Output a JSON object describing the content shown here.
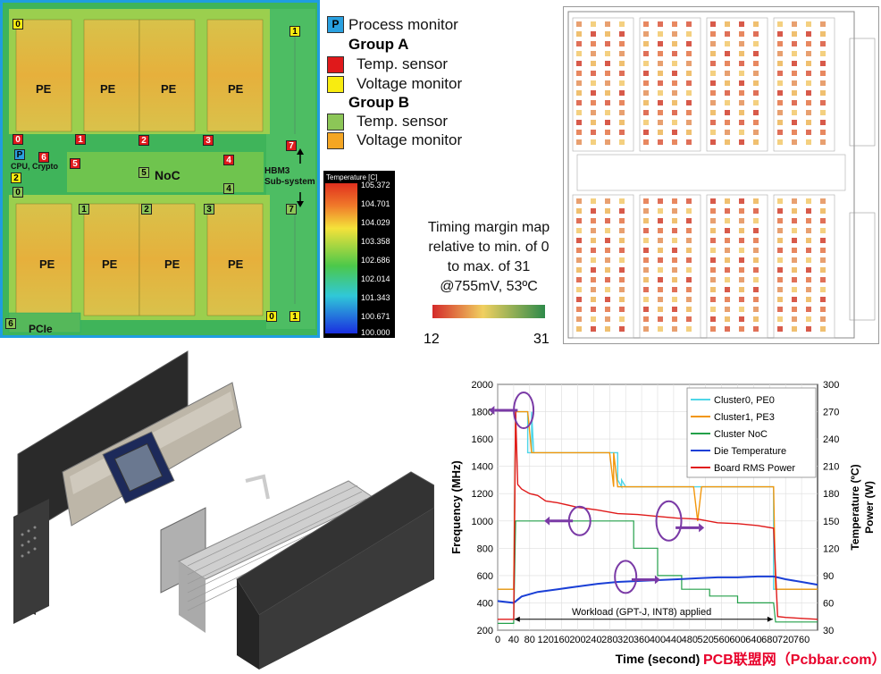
{
  "thermal_map": {
    "pe_labels": [
      "PE",
      "PE",
      "PE",
      "PE",
      "PE",
      "PE",
      "PE",
      "PE"
    ],
    "noc_label": "NoC",
    "hbm_label_1": "HBM3",
    "hbm_label_2": "Sub-system",
    "cpu_label": "CPU, Crypto",
    "pcie_label": "PCIe",
    "process_monitor_tag": "P"
  },
  "legend": {
    "process_monitor": "Process monitor",
    "group_a": "Group A",
    "group_b": "Group B",
    "temp_sensor": "Temp. sensor",
    "voltage_monitor": "Voltage monitor"
  },
  "temperature_scale": {
    "title": "Temperature [C]",
    "ticks": [
      "105.372",
      "104.701",
      "104.029",
      "103.358",
      "102.686",
      "102.014",
      "101.343",
      "100.671",
      "100.000"
    ]
  },
  "timing_margin": {
    "line1": "Timing margin map",
    "line2": "relative to min. of 0",
    "line3": "to max. of 31",
    "line4": "@755mV, 53ºC",
    "min_label": "12",
    "max_label": "31"
  },
  "watermark": "PCB联盟网（Pcbbar.com）",
  "chart_data": {
    "type": "line",
    "xlabel": "Time (second)",
    "ylabel": "Frequency (MHz)",
    "y2label_1": "Temperature (ºC)",
    "y2label_2": "Power (W)",
    "xlim": [
      0,
      800
    ],
    "ylim": [
      200,
      2000
    ],
    "y2lim": [
      30,
      300
    ],
    "x_ticks": [
      "0",
      "40",
      "80",
      "120",
      "160",
      "200",
      "240",
      "280",
      "320",
      "360",
      "400",
      "440",
      "480",
      "520",
      "560",
      "600",
      "640",
      "680",
      "720",
      "760"
    ],
    "y_ticks": [
      "200",
      "400",
      "600",
      "800",
      "1000",
      "1200",
      "1400",
      "1600",
      "1800",
      "2000"
    ],
    "y2_ticks": [
      "30",
      "60",
      "90",
      "120",
      "150",
      "180",
      "210",
      "240",
      "270",
      "300"
    ],
    "annotation": "Workload (GPT-J, INT8) applied",
    "colors": {
      "cluster0": "#4fd6e8",
      "cluster1": "#f2960b",
      "noc": "#23a04a",
      "temp": "#1a3fd6",
      "power": "#e01a1a",
      "annot": "#7a3aa6"
    },
    "series": [
      {
        "name": "Cluster0, PE0",
        "axis": "y",
        "x": [
          0,
          40,
          45,
          45,
          75,
          75,
          85,
          85,
          90,
          300,
          300,
          310,
          310,
          320,
          320,
          690,
          690,
          800
        ],
        "y": [
          500,
          500,
          1800,
          1800,
          1800,
          1500,
          1500,
          1800,
          1500,
          1500,
          1300,
          1250,
          1300,
          1250,
          1250,
          1250,
          500,
          500
        ]
      },
      {
        "name": "Cluster1, PE3",
        "axis": "y",
        "x": [
          0,
          40,
          45,
          75,
          85,
          280,
          290,
          290,
          300,
          490,
          500,
          510,
          690,
          695,
          800
        ],
        "y": [
          500,
          500,
          1800,
          1800,
          1500,
          1500,
          1250,
          1500,
          1250,
          1250,
          1000,
          1250,
          1250,
          500,
          500
        ]
      },
      {
        "name": "Cluster NoC",
        "axis": "y",
        "x": [
          0,
          40,
          45,
          340,
          340,
          400,
          400,
          460,
          460,
          530,
          530,
          600,
          600,
          690,
          695,
          800
        ],
        "y": [
          250,
          250,
          1000,
          1000,
          800,
          800,
          600,
          600,
          500,
          500,
          450,
          450,
          400,
          400,
          260,
          260
        ]
      },
      {
        "name": "Die Temperature",
        "axis": "y2",
        "x": [
          0,
          40,
          60,
          100,
          150,
          200,
          250,
          300,
          350,
          400,
          450,
          500,
          550,
          600,
          650,
          690,
          720,
          760,
          800
        ],
        "y": [
          62,
          60,
          67,
          72,
          75,
          78,
          81,
          83,
          84,
          85,
          86,
          87,
          88,
          88,
          89,
          89,
          86,
          83,
          80
        ]
      },
      {
        "name": "Board RMS Power",
        "axis": "y2",
        "x": [
          0,
          40,
          45,
          50,
          60,
          80,
          100,
          120,
          150,
          200,
          250,
          300,
          350,
          400,
          450,
          500,
          550,
          600,
          650,
          690,
          700,
          720,
          800
        ],
        "y": [
          42,
          42,
          270,
          190,
          185,
          180,
          178,
          172,
          170,
          165,
          162,
          158,
          157,
          155,
          153,
          152,
          148,
          147,
          145,
          142,
          45,
          44,
          42
        ]
      }
    ]
  }
}
